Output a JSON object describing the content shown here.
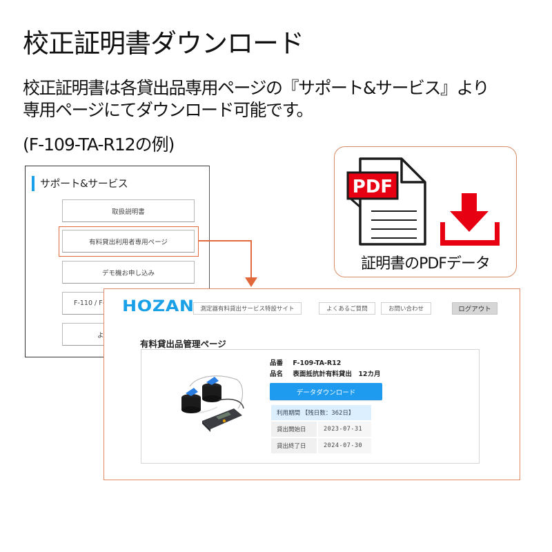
{
  "header": {
    "title": "校正証明書ダウンロード",
    "description_line1": "校正証明書は各貸出品専用ページの『サポート&サービス』より",
    "description_line2": "専用ページにてダウンロード可能です。",
    "example_note": "(F-109-TA-R12の例)"
  },
  "support_panel": {
    "title": "サポート&サービス",
    "accent_color": "#1aa0e6",
    "buttons": [
      {
        "label": "取扱説明書"
      },
      {
        "label": "有料貸出利用者専用ページ",
        "highlighted": true
      },
      {
        "label": "デモ機お申し込み"
      },
      {
        "label": "F-110 / F-"
      },
      {
        "label": "よ"
      }
    ]
  },
  "pdf_card": {
    "badge": "PDF",
    "caption": "証明書のPDFデータ",
    "icon_color": "#e60012",
    "icons": [
      "pdf-document-icon",
      "download-icon"
    ]
  },
  "hozan_page": {
    "logo": "HOZAN",
    "logo_color": "#1aa0e6",
    "nav": {
      "site_link": "測定器有料貸出サービス特設サイト",
      "faq": "よくあるご質問",
      "contact": "お問い合わせ",
      "logout": "ログアウト"
    },
    "page_heading": "有料貸出品管理ページ",
    "product": {
      "part_no_label": "品番",
      "part_no": "F-109-TA-R12",
      "name_label": "品名",
      "name": "表面抵抗計有料貸出　12カ月",
      "download_button": "データダウンロード",
      "button_color": "#1e9bef"
    },
    "period": {
      "header": "利用期間 【残日数：362日】",
      "rows": [
        {
          "label": "貸出開始日",
          "value": "2023-07-31"
        },
        {
          "label": "貸出終了日",
          "value": "2024-07-30"
        }
      ]
    }
  },
  "colors": {
    "highlight": "#e0683a",
    "card_border": "#d88a63"
  }
}
